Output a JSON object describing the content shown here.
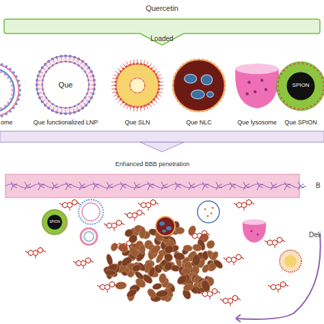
{
  "diagram": {
    "title": "Quercetin",
    "nodes": [
      {
        "text": [
          "Loaded"
        ]
      },
      {
        "text": [
          "ome"
        ]
      },
      {
        "text": [
          "Que",
          "Que functionalized LNP"
        ]
      },
      {
        "text": [
          "Que SLN"
        ]
      },
      {
        "text": [
          "Que NLC"
        ]
      },
      {
        "text": [
          "Que lysosome"
        ]
      },
      {
        "text": [
          "SPION",
          "Que SPION"
        ]
      },
      {
        "text": [
          "Enhanced BBB penetration"
        ]
      },
      {
        "text": [
          "SPION"
        ]
      }
    ],
    "labels": [
      "B",
      "Deli"
    ]
  }
}
